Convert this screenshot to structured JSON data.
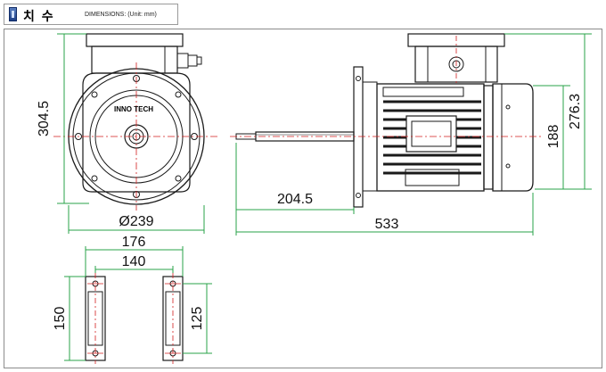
{
  "header": {
    "title": "치 수",
    "subtitle": "DIMENSIONS: (Unit: mm)"
  },
  "front_view": {
    "brand": "INNO TECH",
    "height": "304.5",
    "diameter": "Ø239"
  },
  "side_view": {
    "shaft_length": "204.5",
    "total_length": "533",
    "height_small": "188",
    "height_total": "276.3"
  },
  "foot_view": {
    "width_outer": "176",
    "width_inner": "140",
    "height_outer": "150",
    "height_inner": "125"
  },
  "colors": {
    "dimension_line": "#2aa34a",
    "centerline": "#d21f1f"
  }
}
